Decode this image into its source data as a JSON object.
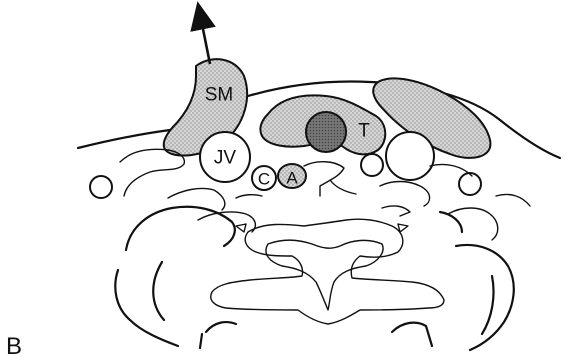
{
  "panel_letter": "B",
  "labels": {
    "sternomastoid": "SM",
    "jugular_vein": "JV",
    "carotid": "C",
    "artery": "A",
    "thyroid": "T"
  },
  "colors": {
    "ink": "#111111",
    "stipple_fill": "#cfcfcf",
    "lumen_fill": "#6e6e6e",
    "background": "#ffffff"
  },
  "icons": {
    "direction_arrow": "arrow-up-left-icon"
  }
}
